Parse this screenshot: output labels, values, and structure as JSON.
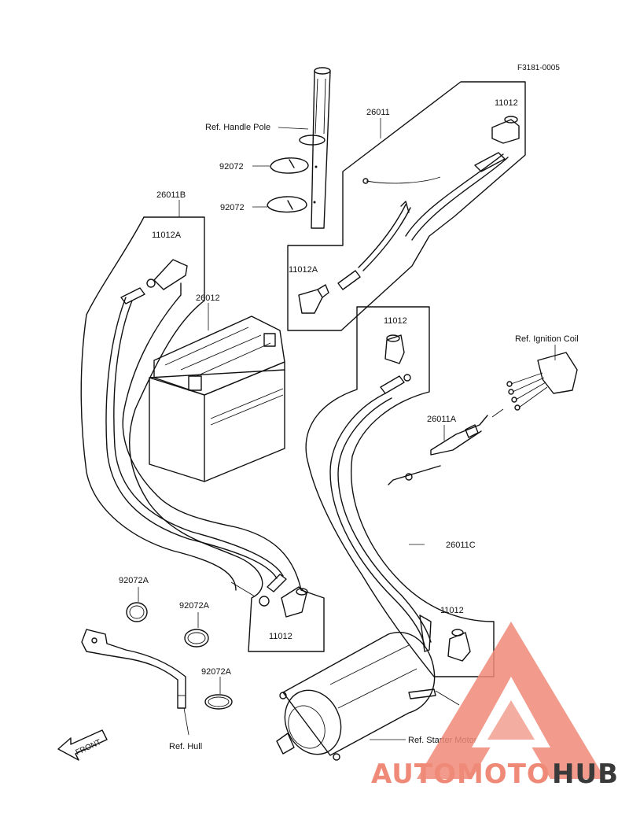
{
  "figure_id": "F3181-0005",
  "labels": {
    "handle_pole": "Ref. Handle Pole",
    "clamp_upper": "92072",
    "clamp_lower": "92072",
    "cable_26011": "26011",
    "cap_top_right": "11012",
    "cable_26011b": "26011B",
    "boot_left": "11012A",
    "boot_center": "11012A",
    "battery": "26012",
    "cap_center": "11012",
    "ignition_coil": "Ref. Ignition Coil",
    "cable_26011a": "26011A",
    "cable_26011c": "26011C",
    "cap_lower_right": "11012",
    "cap_bottom_center": "11012",
    "clamp_a1": "92072A",
    "clamp_a2": "92072A",
    "clamp_a3": "92072A",
    "hull": "Ref. Hull",
    "front_arrow": "FRONT",
    "starter_motor": "Ref. Starter Motor"
  },
  "watermark": {
    "part1": "AUTOMOTO",
    "part2": "HUB",
    "color_primary": "#f08a78",
    "color_secondary": "#3a3a3a",
    "color_accent": "#f3a091"
  }
}
